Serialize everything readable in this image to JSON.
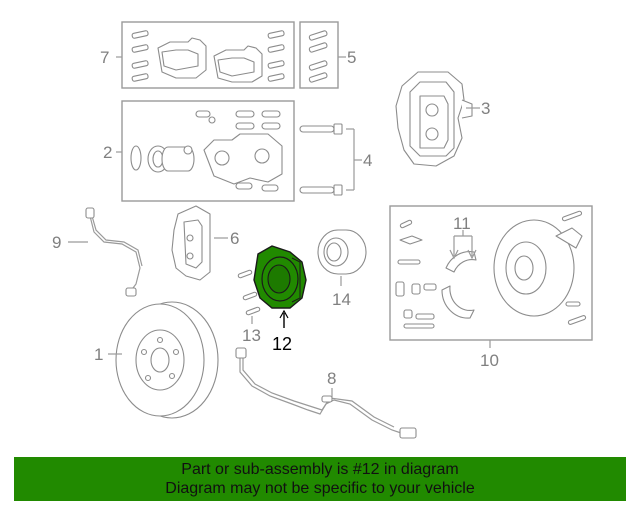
{
  "diagram": {
    "callouts": {
      "c1": "1",
      "c2": "2",
      "c3": "3",
      "c4": "4",
      "c5": "5",
      "c6": "6",
      "c7": "7",
      "c8": "8",
      "c9": "9",
      "c10": "10",
      "c11": "11",
      "c12": "12",
      "c13": "13",
      "c14": "14"
    },
    "highlight_color": "#218a00"
  },
  "banner": {
    "line1": "Part or sub-assembly is #12 in diagram",
    "line2": "Diagram may not be specific to your vehicle",
    "background": "#218a00"
  }
}
